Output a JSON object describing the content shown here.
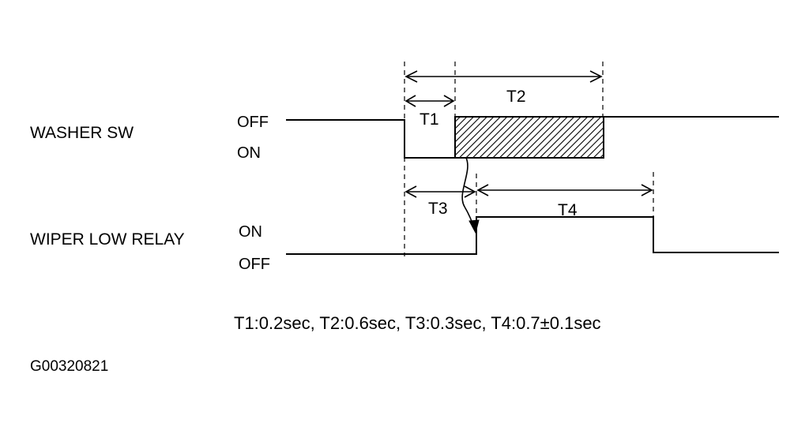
{
  "signals": {
    "washer_sw": {
      "name": "WASHER SW",
      "state_top": "OFF",
      "state_bottom": "ON"
    },
    "wiper_low_relay": {
      "name": "WIPER LOW RELAY",
      "state_top": "ON",
      "state_bottom": "OFF"
    }
  },
  "intervals": {
    "t1": "T1",
    "t2": "T2",
    "t3": "T3",
    "t4": "T4"
  },
  "timing_note": "T1:0.2sec, T2:0.6sec, T3:0.3sec, T4:0.7±0.1sec",
  "figure_code": "G00320821"
}
